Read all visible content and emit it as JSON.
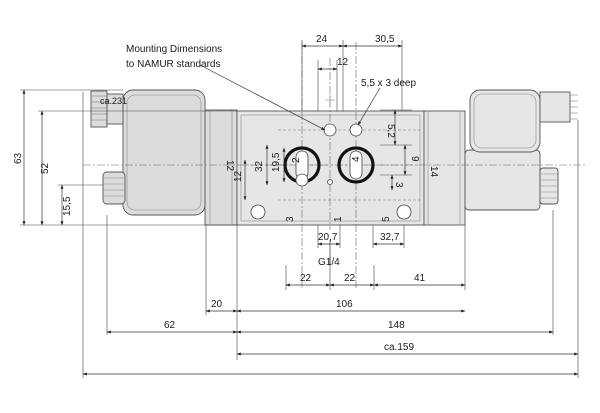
{
  "notes": {
    "mounting_line1": "Mounting Dimensions",
    "mounting_line2": "to NAMUR standards",
    "thread_spec": "5,5 x 3 deep",
    "port_thread": "G1/4"
  },
  "ports": {
    "p1": "1",
    "p2": "2",
    "p3": "3",
    "p4": "4",
    "p5": "5",
    "p12": "12",
    "p14": "14"
  },
  "dimensions": {
    "top_24": "24",
    "top_30_5": "30,5",
    "top_12": "12",
    "right_5_2": "5,2",
    "right_9": "9",
    "right_3": "3",
    "left_19_5": "19,5",
    "left_32": "32",
    "left_12": "12",
    "overall_63": "63",
    "height_52": "52",
    "offset_15_5": "15,5",
    "solenoid_231": "ca.231",
    "spacing_20_7": "20,7",
    "spacing_32_7": "32,7",
    "port_22_left": "22",
    "port_22_right": "22",
    "length_41": "41",
    "width_20": "20",
    "body_106": "106",
    "offset_62": "62",
    "length_148": "148",
    "overall_159": "ca.159"
  }
}
